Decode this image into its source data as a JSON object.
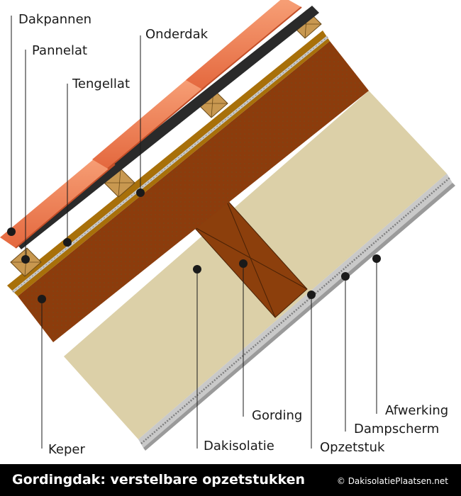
{
  "labels": {
    "dakpannen": "Dakpannen",
    "pannelat": "Pannelat",
    "tengellat": "Tengellat",
    "onderdak": "Onderdak",
    "keper": "Keper",
    "dakisolatie": "Dakisolatie",
    "gording": "Gording",
    "opzetstuk": "Opzetstuk",
    "dampscherm": "Dampscherm",
    "afwerking": "Afwerking"
  },
  "footer": {
    "title": "Gordingdak: verstelbare opzetstukken",
    "copyright": "© DakisolatiePlaatsen.net"
  },
  "colors": {
    "tile": "#f0845c",
    "rafter": "#8c3c0c",
    "underlay": "#a8700a",
    "insulation": "#dcd0a8",
    "batten": "#c89850",
    "foil": "#c8c8c8",
    "footer": "#000000"
  }
}
